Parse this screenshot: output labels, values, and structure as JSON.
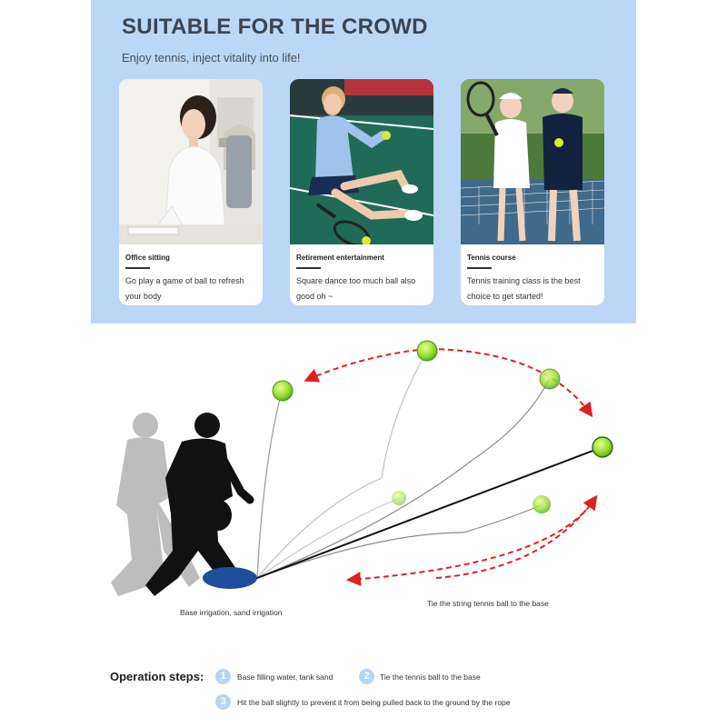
{
  "header": {
    "title": "SUITABLE FOR THE CROWD",
    "subtitle": "Enjoy tennis, inject vitality into life!"
  },
  "cards": [
    {
      "title": "Office sitting",
      "text": "Go play a game of ball to refresh your body",
      "icon": "office-worker-photo"
    },
    {
      "title": "Retirement entertainment",
      "text": "Square dance too much ball also good oh ~",
      "icon": "tennis-player-photo"
    },
    {
      "title": "Tennis course",
      "text": "Tennis training class is the best choice to get started!",
      "icon": "tennis-class-photo"
    }
  ],
  "diagram": {
    "base_caption": "Base irrigation, sand irrigation",
    "ball_caption": "Tie the string tennis ball to the base"
  },
  "operation": {
    "label": "Operation steps:",
    "steps": [
      {
        "num": "1",
        "text": "Base filling water, tank sand"
      },
      {
        "num": "2",
        "text": "Tie the tennis ball to the base"
      },
      {
        "num": "3",
        "text": "Hit the ball slightly to prevent it from being pulled back to the ground by the rope"
      }
    ]
  },
  "colors": {
    "panel": "#bcd7f6",
    "arrow": "#e02020",
    "ball": "#9ee03a",
    "base": "#1f4e9c"
  }
}
